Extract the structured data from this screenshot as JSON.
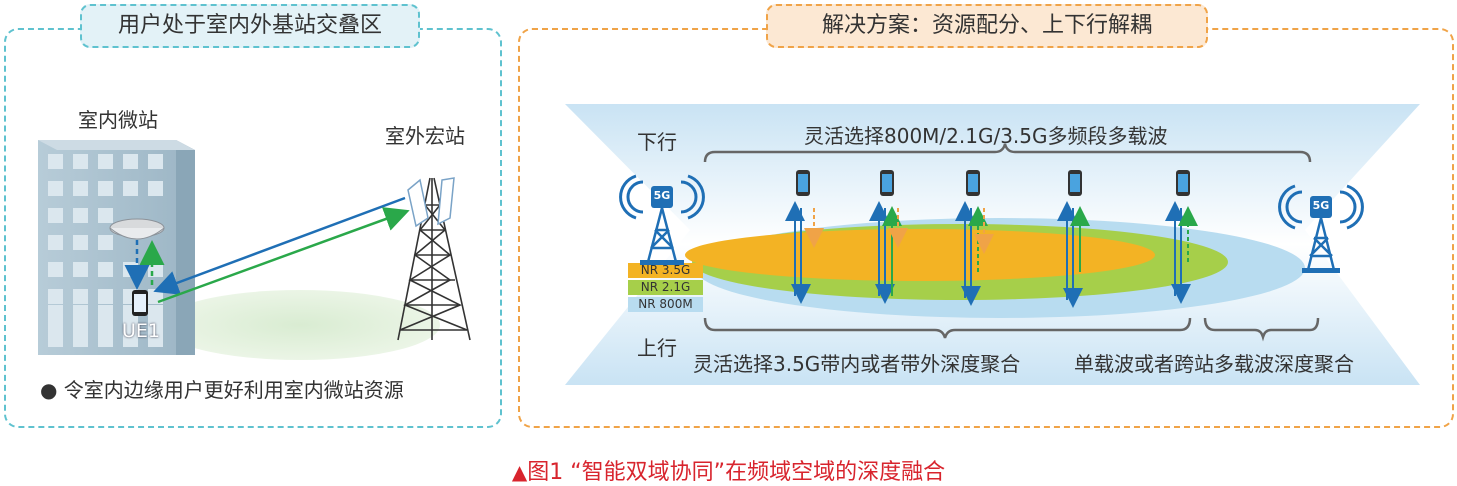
{
  "left_panel": {
    "title": "用户处于室内外基站交叠区",
    "indoor_label": "室内微站",
    "outdoor_label": "室外宏站",
    "ue_label": "UE1",
    "bullet": "● 令室内边缘用户更好利用室内微站资源"
  },
  "right_panel": {
    "title": "解决方案：资源配分、上下行解耦",
    "downlink_label": "下行",
    "uplink_label": "上行",
    "downlink_desc": "灵活选择800M/2.1G/3.5G多频段多载波",
    "uplink_desc_left": "灵活选择3.5G带内或者带外深度聚合",
    "uplink_desc_right": "单载波或者跨站多载波深度聚合",
    "badge": "5G",
    "bands": [
      {
        "label": "NR 3.5G",
        "color": "#f3b324"
      },
      {
        "label": "NR 2.1G",
        "color": "#a6cf4a"
      },
      {
        "label": "NR 800M",
        "color": "#b8dcf0"
      }
    ]
  },
  "caption": {
    "marker": "▲",
    "text": "图1 “智能双域协同”在频域空域的深度融合"
  },
  "colors": {
    "downlink_blue": "#1f6fb5",
    "uplink_green": "#2aa84a",
    "orange": "#f0a347",
    "teal": "#5fc2cf"
  }
}
